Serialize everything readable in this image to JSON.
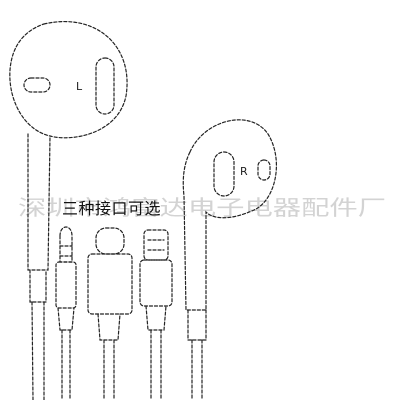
{
  "labels": {
    "left": "L",
    "right": "R",
    "caption": "三种接口可选",
    "watermark": "深圳市鸿富达电子电器配件厂"
  },
  "colors": {
    "line": "#222222",
    "watermark": "#d3d3d3",
    "background": "#ffffff"
  },
  "connectors": [
    "3.5mm-jack",
    "usb-c",
    "lightning"
  ]
}
